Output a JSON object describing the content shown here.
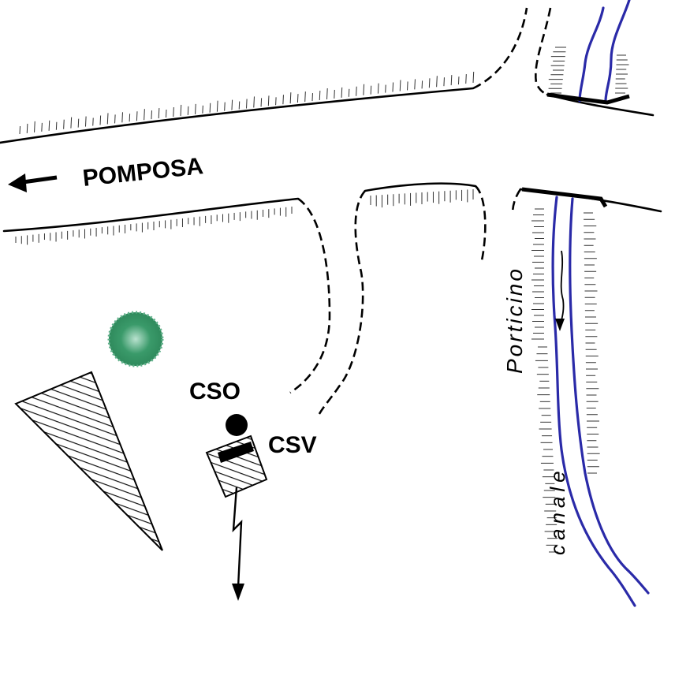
{
  "labels": {
    "road_destination": "POMPOSA",
    "point_cso": "CSO",
    "point_csv": "CSV",
    "canal_word_1": "canale",
    "canal_word_2": "Porticino"
  },
  "colors": {
    "canal_water": "#2a2aa8",
    "vegetation": "#3a9a6a",
    "ink": "#000000"
  },
  "icons": {
    "direction_arrow": "left-arrow-icon",
    "flow_arrow": "down-arrow-icon",
    "tree": "tree-icon"
  }
}
